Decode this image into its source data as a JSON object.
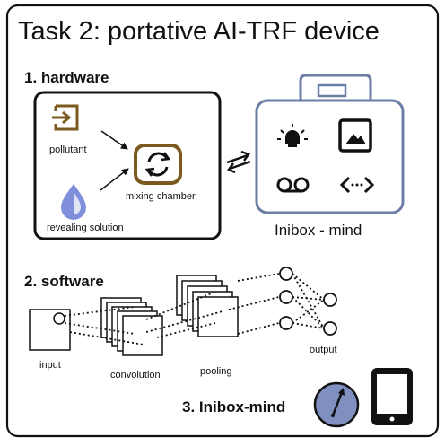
{
  "title": "Task 2: portative AI-TRF device",
  "hardware": {
    "heading": "1. hardware",
    "pollutant_label": "pollutant",
    "mixing_label": "mixing chamber",
    "revealing_label": "revealing solution",
    "device_label": "Inibox - mind"
  },
  "software": {
    "heading": "2. software",
    "input_label": "input",
    "convolution_label": "convolution",
    "pooling_label": "pooling",
    "output_label": "output"
  },
  "inibox": {
    "heading": "3. Inibox-mind"
  },
  "icons": {
    "pollutant": "enter-arrow-icon",
    "mixing": "refresh-cycle-icon",
    "revealing": "drop-icon",
    "exchange": "bidirectional-arrows-icon",
    "device": "briefcase-icon",
    "light": "light-bulb-icon",
    "image": "image-icon",
    "tape": "voicemail-icon",
    "code": "code-brackets-icon",
    "gauge": "gauge-needle-icon",
    "tablet": "tablet-icon"
  },
  "colors": {
    "hardware_accent": "#7a5a1e",
    "device_outline": "#6b7fa6",
    "drop": "#7f8fdc",
    "gauge_fill": "#7f8fc0"
  }
}
